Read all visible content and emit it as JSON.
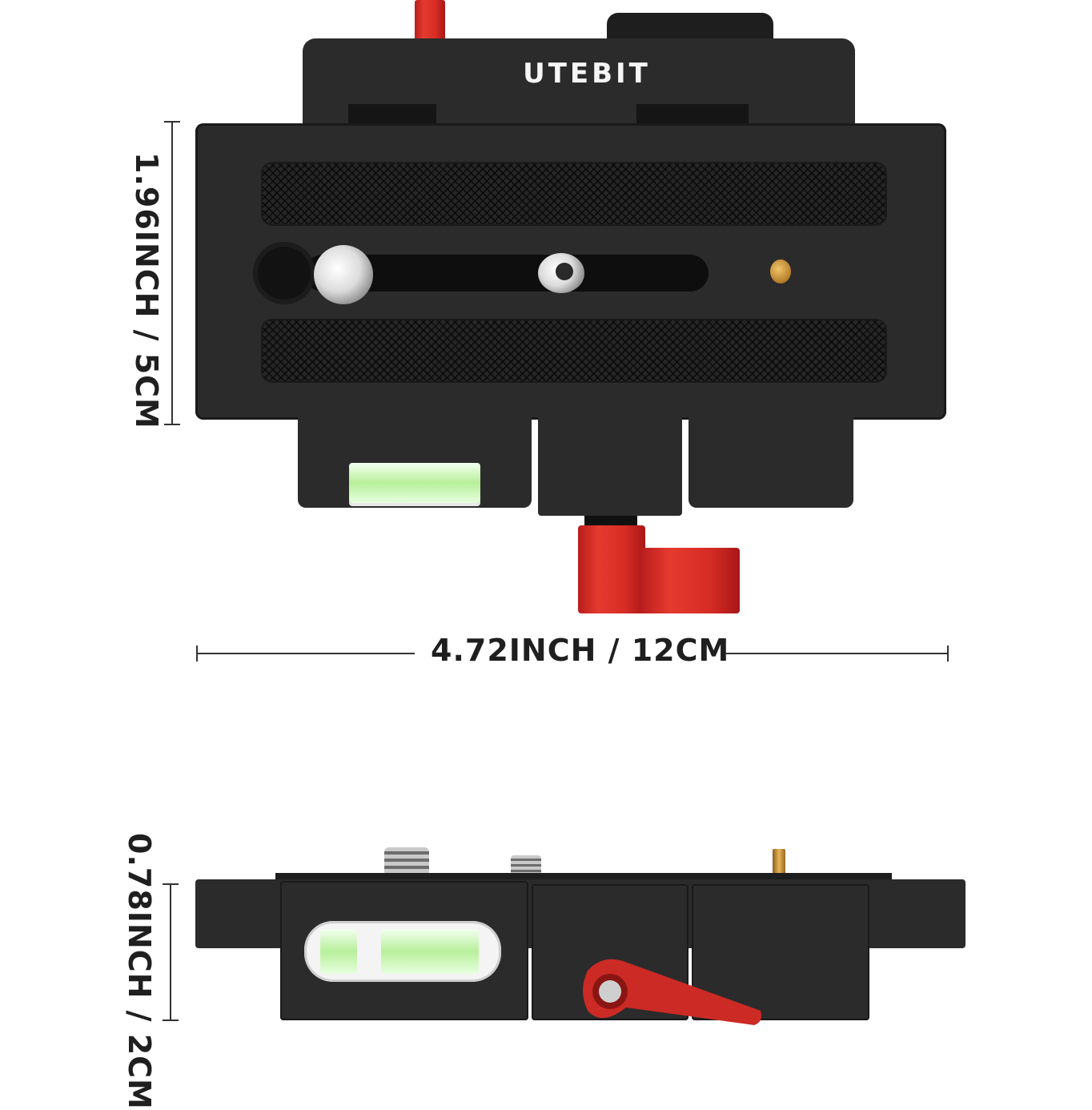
{
  "product": {
    "brand_label": "UTEBIT",
    "colors": {
      "body": "#2b2b2b",
      "accent_red": "#d62c25",
      "brass": "#b47d2a",
      "level_green": "#b8ef9a"
    }
  },
  "dimensions": {
    "height_top_view": "1.96INCH / 5CM",
    "width": "4.72INCH / 12CM",
    "thickness_side_view": "0.78INCH / 2CM"
  }
}
